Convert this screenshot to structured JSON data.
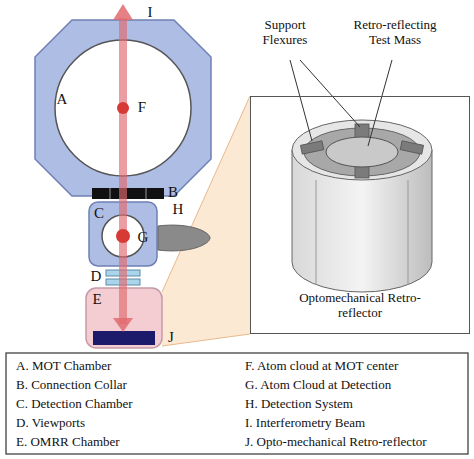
{
  "diagram": {
    "nodes": [
      {
        "text": [
          "Optomechanical Retro-reflector"
        ]
      }
    ],
    "labels": [
      "I",
      "A",
      "F",
      "B",
      "C",
      "H",
      "G",
      "D",
      "E",
      "J",
      "Support Flexures",
      "Retro-reflecting Test Mass",
      "A. MOT Chamber",
      "F. Atom cloud at MOT center",
      "B. Connection Collar",
      "G. Atom Cloud at Detection",
      "C. Detection Chamber",
      "H. Detection System",
      "D. Viewports",
      "I. Interferometry Beam",
      "E. OMRR Chamber",
      "J. Opto-mechanical Retro-reflector"
    ]
  }
}
